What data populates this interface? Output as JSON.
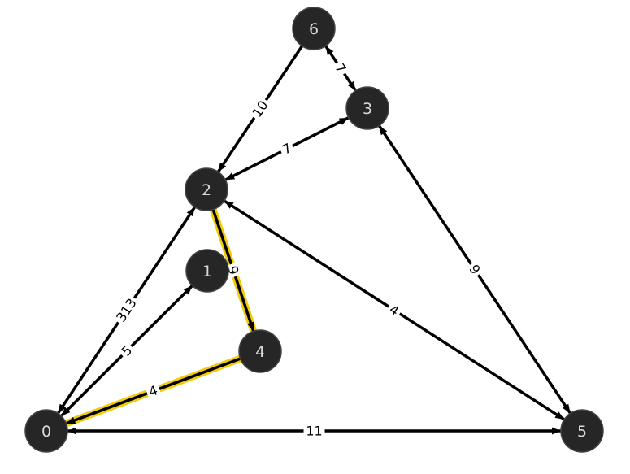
{
  "nodes": [
    {
      "id": "0",
      "label": "0"
    },
    {
      "id": "1",
      "label": "1"
    },
    {
      "id": "2",
      "label": "2"
    },
    {
      "id": "3",
      "label": "3"
    },
    {
      "id": "4",
      "label": "4"
    },
    {
      "id": "5",
      "label": "5"
    },
    {
      "id": "6",
      "label": "6"
    }
  ],
  "edges": [
    {
      "from": "0",
      "to": "2",
      "label": "313",
      "highlighted": false,
      "bidirectional": true
    },
    {
      "from": "0",
      "to": "1",
      "label": "5",
      "highlighted": false,
      "bidirectional": true
    },
    {
      "from": "4",
      "to": "0",
      "label": "4",
      "highlighted": true,
      "bidirectional": false
    },
    {
      "from": "0",
      "to": "5",
      "label": "11",
      "highlighted": false,
      "bidirectional": true
    },
    {
      "from": "2",
      "to": "4",
      "label": "9",
      "highlighted": true,
      "bidirectional": false
    },
    {
      "from": "2",
      "to": "3",
      "label": "7",
      "highlighted": false,
      "bidirectional": true
    },
    {
      "from": "6",
      "to": "2",
      "label": "10",
      "highlighted": false,
      "bidirectional": false
    },
    {
      "from": "6",
      "to": "3",
      "label": "7",
      "highlighted": false,
      "bidirectional": true
    },
    {
      "from": "2",
      "to": "5",
      "label": "4",
      "highlighted": false,
      "bidirectional": true
    },
    {
      "from": "3",
      "to": "5",
      "label": "9",
      "highlighted": false,
      "bidirectional": true
    }
  ],
  "colors": {
    "node_fill": "#262626",
    "node_stroke": "#444444",
    "node_text": "#d9d9d9",
    "edge": "#000000",
    "highlight": "#f2cc0c",
    "label_bg": "#ffffff"
  }
}
